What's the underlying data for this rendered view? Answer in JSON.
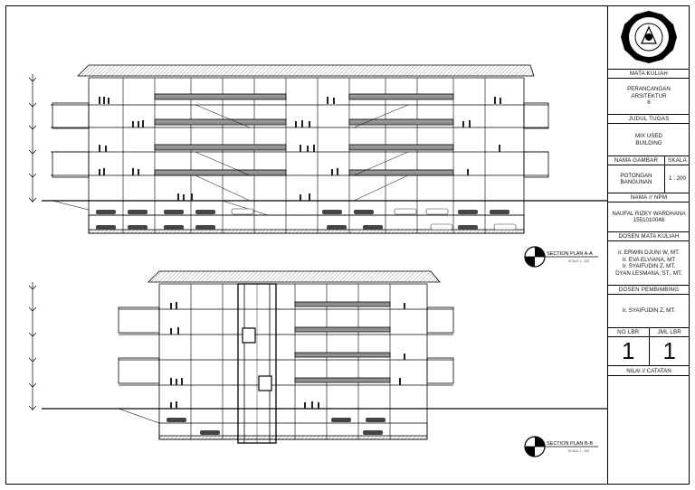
{
  "title_block": {
    "course_label": "MATA KULIAH",
    "course_name": [
      "PERANCANGAN",
      "ARSITEKTUR",
      "6"
    ],
    "assignment_label": "JUDUL TUGAS",
    "assignment_name": [
      "MIX USED",
      "BUILDING"
    ],
    "drawing_label": "NAMA GAMBAR",
    "scale_label": "SKALA",
    "drawing_name": [
      "POTONGAN",
      "BANGUNAN"
    ],
    "scale_value": "1 : 200",
    "student_label": "NAMA // NPM",
    "student_name": "NAUFAL RIZKY WARDHANA",
    "student_npm": "1551010048",
    "lecturer_label": "DOSEN MATA KULIAH",
    "lecturers": [
      "Ir. ERWIN DJUNI W, MT.",
      "Ir. EVA ELVIANA, MT",
      "Ir. SYAIFUDIN Z, MT.",
      "DYAN LESMANA, ST., MT."
    ],
    "advisor_label": "DOSEN PEMBIMBING",
    "advisor_name": "Ir. SYAIFUDIN Z, MT.",
    "sheet_no_label": "NO LBR",
    "sheet_count_label": "JML LBR",
    "sheet_no": "1",
    "sheet_count": "1",
    "grade_label": "NILAI // CATATAN"
  },
  "sections": {
    "a": {
      "title": "SECTION PLAN A-A",
      "scale": "SCALE 1 : 200"
    },
    "b": {
      "title": "SECTION PLAN B-B",
      "scale": "SCALE 1 : 200"
    }
  },
  "colors": {
    "line": "#000000",
    "hatch": "#777777",
    "slab": "#8a8a8a"
  }
}
